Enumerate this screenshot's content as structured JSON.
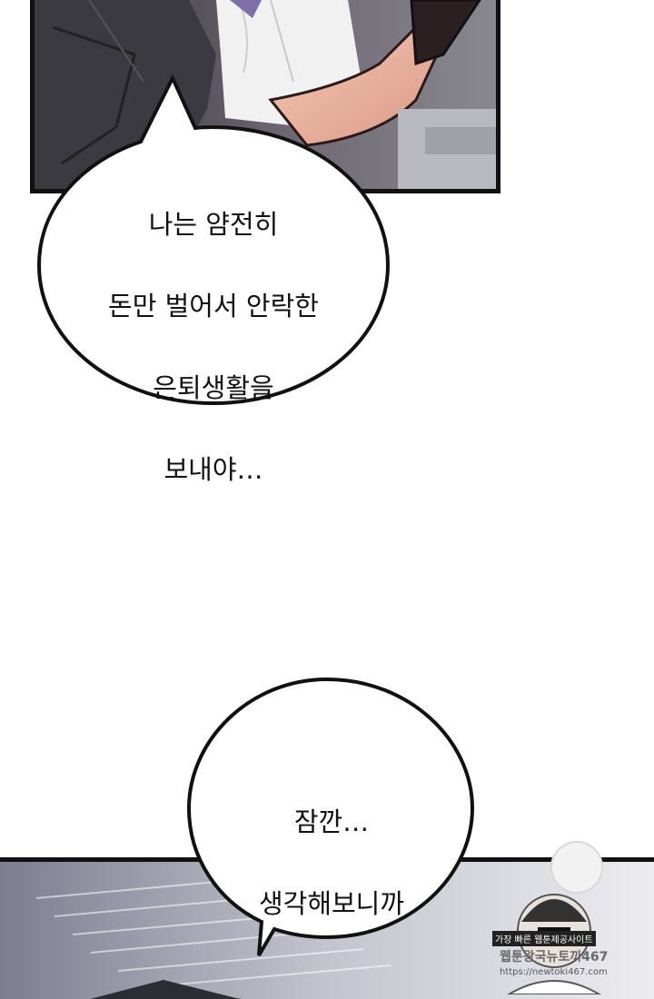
{
  "bubbles": {
    "first": {
      "lines": [
        "나는 얌전히",
        "돈만 벌어서 안락한",
        "은퇴생활을",
        "보내야…"
      ]
    },
    "second": {
      "lines": [
        "잠깐…",
        "생각해보니까"
      ]
    }
  },
  "watermark": {
    "line1": "가장 빠른 웹툰제공사이트",
    "line2": "웹툰왕국뉴토끼467",
    "line3": "https://newtoki467.com"
  }
}
